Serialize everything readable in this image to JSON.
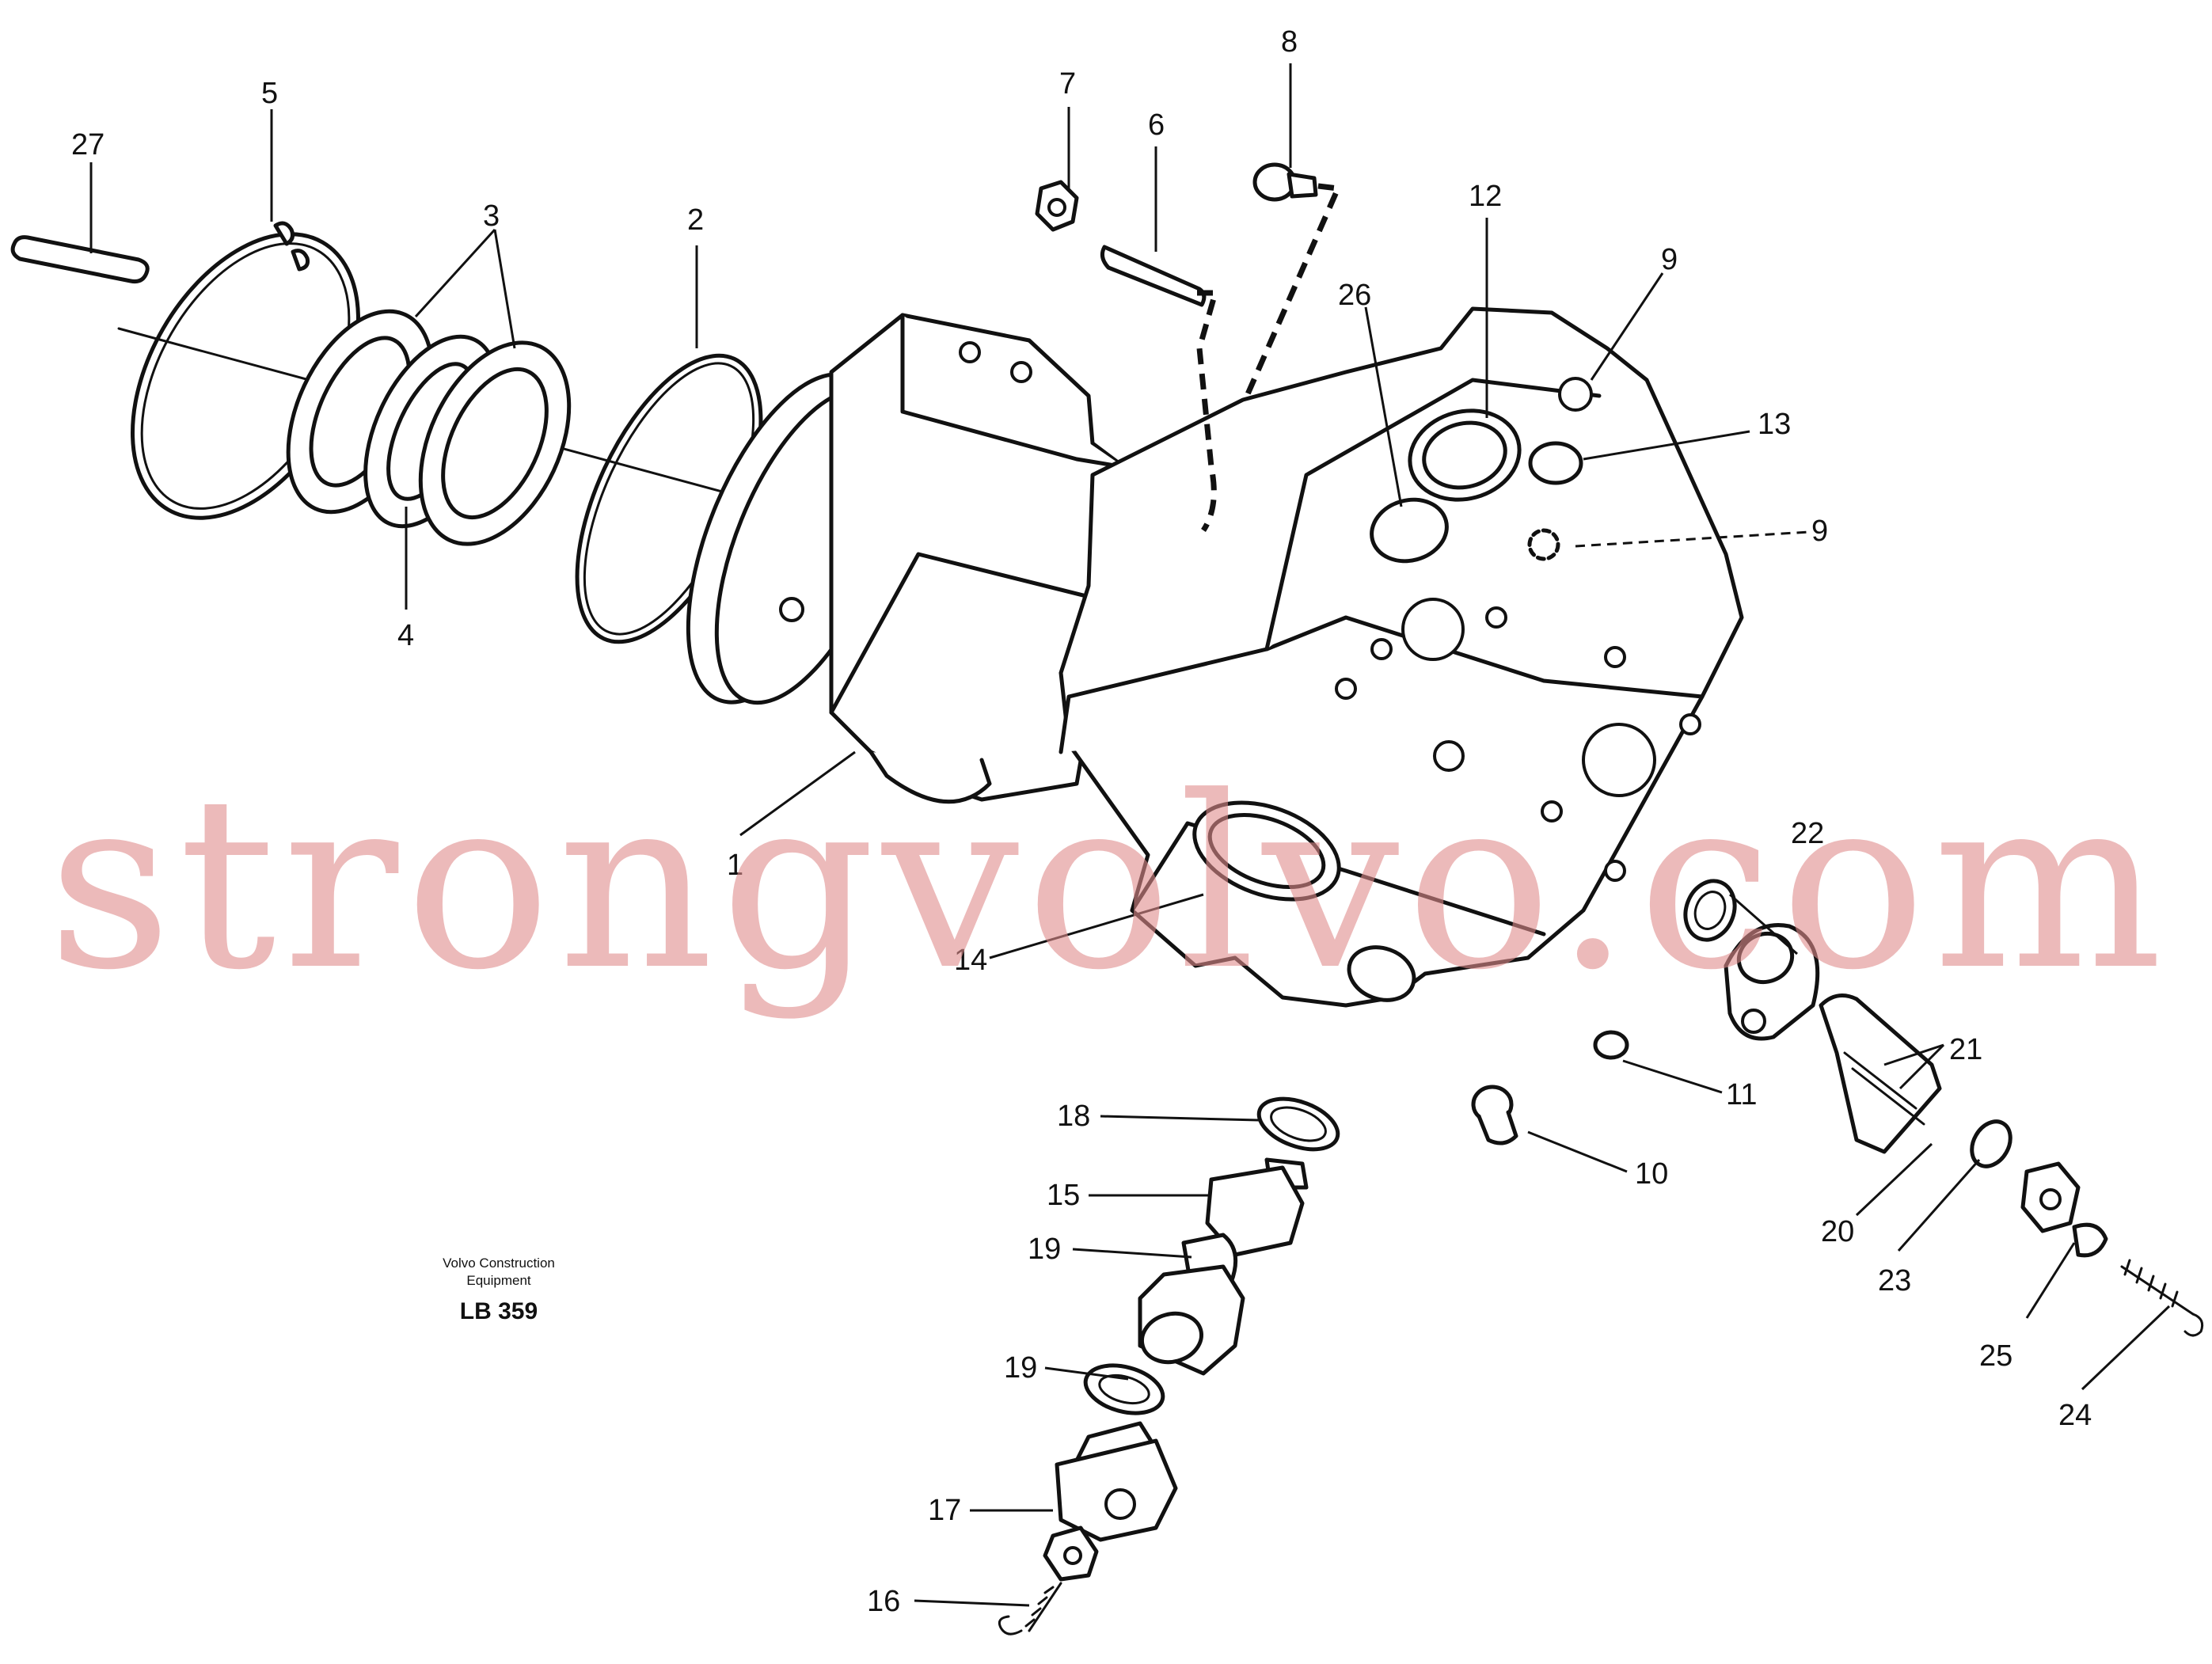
{
  "caption": {
    "brand": "Volvo Construction\nEquipment",
    "code": "LB 359"
  },
  "watermark": "strongvolvo.com",
  "callouts": [
    "1",
    "2",
    "3",
    "4",
    "5",
    "6",
    "7",
    "8",
    "9",
    "9",
    "10",
    "11",
    "12",
    "13",
    "14",
    "15",
    "16",
    "17",
    "18",
    "19",
    "19",
    "20",
    "21",
    "22",
    "23",
    "24",
    "25",
    "26",
    "27"
  ],
  "colors": {
    "line": "#111111",
    "watermark": "#e08c8c",
    "background": "#ffffff"
  }
}
